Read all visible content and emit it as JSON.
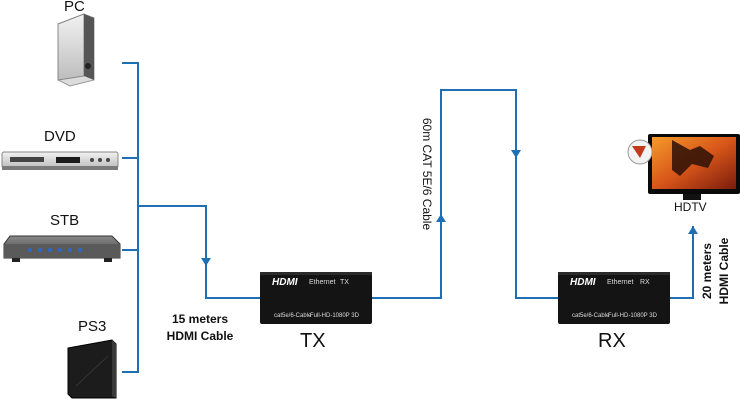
{
  "devices": {
    "pc": "PC",
    "dvd": "DVD",
    "stb": "STB",
    "ps3": "PS3",
    "hdtv": "HDTV"
  },
  "units": {
    "tx": {
      "label": "TX",
      "brand": "HDMI",
      "feature": "Ethernet",
      "mode": "TX",
      "cable_spec": "cat5e/6-Cable",
      "video_spec": "Full-HD-1080P 3D"
    },
    "rx": {
      "label": "RX",
      "brand": "HDMI",
      "feature": "Ethernet",
      "mode": "RX",
      "cable_spec": "cat5e/6-Cable",
      "video_spec": "Full-HD-1080P 3D"
    }
  },
  "cables": {
    "hdmi_in_line1": "15 meters",
    "hdmi_in_line2": "HDMI Cable",
    "cat": "60m CAT 5E/6 Cable",
    "hdmi_out_line1": "20 meters",
    "hdmi_out_line2": "HDMI Cable"
  },
  "colors": {
    "wire": "#1f6fb5",
    "unit_body": "#141414",
    "background": "#ffffff"
  }
}
